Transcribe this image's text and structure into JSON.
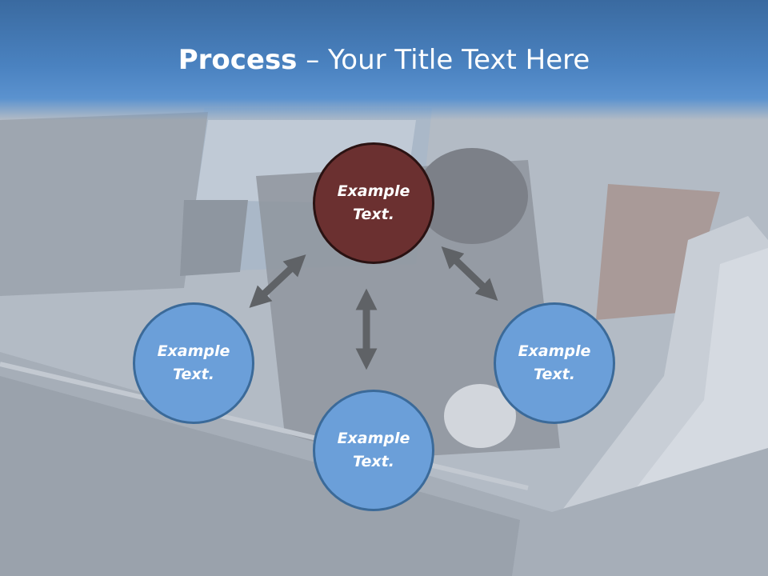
{
  "slide": {
    "title_bold": "Process",
    "title_rest": " – Your Title Text Here"
  },
  "nodes": [
    {
      "id": "top",
      "line1": "Example",
      "line2": "Text.",
      "color": "#6b3030"
    },
    {
      "id": "left",
      "line1": "Example",
      "line2": "Text.",
      "color": "#6b9fd9"
    },
    {
      "id": "bottom",
      "line1": "Example",
      "line2": "Text.",
      "color": "#6b9fd9"
    },
    {
      "id": "right",
      "line1": "Example",
      "line2": "Text.",
      "color": "#6b9fd9"
    }
  ],
  "colors": {
    "header": "#4a82c0",
    "arrow": "#5f6266",
    "node_blue": "#6b9fd9",
    "node_dark": "#6b3030"
  }
}
